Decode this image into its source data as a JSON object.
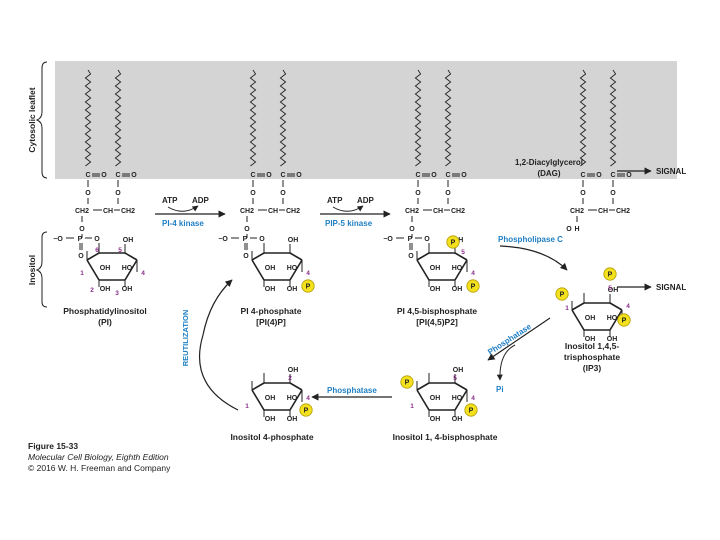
{
  "colors": {
    "membrane": "#d4d4d4",
    "purple": "#8a2e8a",
    "blue": "#1f7fc4",
    "phosphate": "#f4e11d",
    "ink": "#222222"
  },
  "leaflet_label": "Cytosolic leaflet",
  "inositol_label": "Inositol",
  "kinase1": {
    "atp": "ATP",
    "adp": "ADP",
    "name": "PI-4 kinase"
  },
  "kinase2": {
    "atp": "ATP",
    "adp": "ADP",
    "name": "PIP-5 kinase"
  },
  "phospholipase": "Phospholipase C",
  "dag_label": {
    "line1": "1,2-Diacylglycerol",
    "line2": "(DAG)"
  },
  "signal": "SIGNAL",
  "reutilization": "REUTILIZATION",
  "phosphatase1": "Phosphatase",
  "phosphatase2": "Phosphatase",
  "pi_label": "Pi",
  "p": "P",
  "atoms": {
    "c": "C",
    "o": "O",
    "ch2": "CH2",
    "ch": "CH",
    "o_minus": "−O",
    "oh": "OH",
    "ho": "HO"
  },
  "numbers": {
    "n1": "1",
    "n2": "2",
    "n3": "3",
    "n4": "4",
    "n5": "5",
    "n6": "6"
  },
  "molecules": {
    "pi": {
      "line1": "Phosphatidylinositol",
      "line2": "(PI)"
    },
    "pi4p": {
      "line1": "PI 4-phosphate",
      "line2": "[PI(4)P]"
    },
    "pip2": {
      "line1": "PI 4,5-bisphosphate",
      "line2": "[PI(4,5)P2]"
    },
    "ip3": {
      "line1": "Inositol 1,4,5-",
      "line2": "trisphosphate",
      "line3": "(IP3)"
    },
    "ip2": {
      "line1": "Inositol 1, 4-bisphosphate"
    },
    "ip1": {
      "line1": "Inositol 4-phosphate"
    }
  },
  "caption": {
    "figure": "Figure 15-33",
    "book": "Molecular Cell Biology, Eighth Edition",
    "copyright": "© 2016 W. H. Freeman and Company"
  }
}
